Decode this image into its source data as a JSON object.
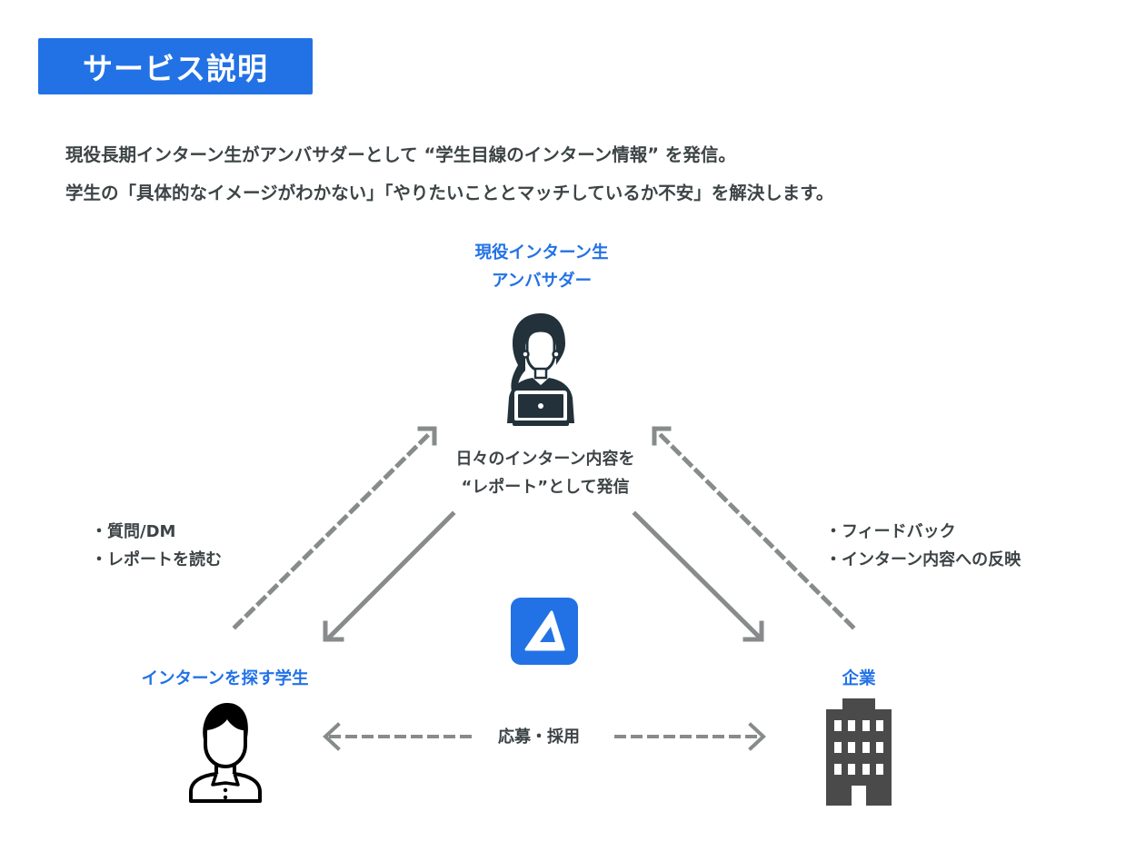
{
  "header": {
    "title": "サービス説明"
  },
  "lead": {
    "lines": [
      "現役長期インターン生がアンバサダーとして “学生目線のインターン情報” を発信。",
      "学生の「具体的なイメージがわかない」「やりたいこととマッチしているか不安」を解決します。"
    ]
  },
  "diagram": {
    "ambassador": {
      "label_lines": [
        "現役インターン生",
        "アンバサダー"
      ],
      "icon": "woman-with-laptop-icon"
    },
    "student": {
      "label": "インターンを探す学生",
      "icon": "student-person-icon"
    },
    "company": {
      "label": "企業",
      "icon": "office-building-icon"
    },
    "logo": {
      "icon": "triangle-logo-icon"
    },
    "flows": {
      "ambassador_out": [
        "日々のインターン内容を",
        "“レポート”として発信"
      ],
      "student_to_ambassador": [
        "・質問/DM",
        "・レポートを読む"
      ],
      "company_to_ambassador": [
        "・フィードバック",
        "・インターン内容への反映"
      ],
      "student_company": "応募・採用"
    }
  },
  "colors": {
    "accent": "#2272e6",
    "text": "#3d4446",
    "arrow": "#888b8c",
    "icon_dark": "#22313a",
    "building": "#4a4a4a"
  }
}
